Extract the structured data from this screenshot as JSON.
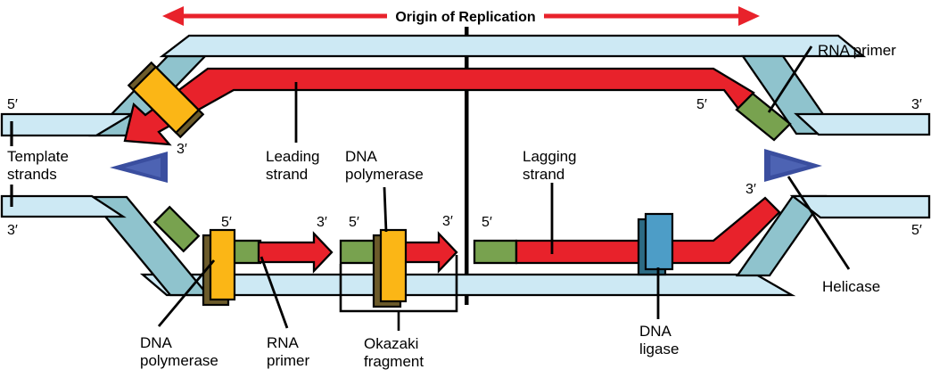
{
  "diagram": {
    "title": "Origin of Replication",
    "kind": "DNA replication fork diagram"
  },
  "labels": {
    "template_strands": {
      "line1": "Template",
      "line2": "strands"
    },
    "leading_strand": {
      "line1": "Leading",
      "line2": "strand"
    },
    "dna_polymerase_top": {
      "line1": "DNA",
      "line2": "polymerase"
    },
    "lagging_strand": {
      "line1": "Lagging",
      "line2": "strand"
    },
    "rna_primer_top": "RNA primer",
    "helicase": "Helicase",
    "dna_polymerase_bottom": {
      "line1": "DNA",
      "line2": "polymerase"
    },
    "rna_primer_bottom": {
      "line1": "RNA",
      "line2": "primer"
    },
    "okazaki_fragment": {
      "line1": "Okazaki",
      "line2": "fragment"
    },
    "dna_ligase": {
      "line1": "DNA",
      "line2": "ligase"
    }
  },
  "strand_ends": {
    "template_top_left": "5′",
    "template_bottom_left": "3′",
    "template_top_right": "3′",
    "template_bottom_right": "5′",
    "leading_3_end": "3′",
    "leading_5_end": "5′",
    "lagging_fork_3_end": "3′",
    "fragment_a_5": "5′",
    "fragment_a_3": "3′",
    "fragment_b_5": "5′",
    "fragment_b_3": "3′",
    "fragment_c_5": "5′"
  },
  "colors": {
    "template_strand_light": "#cde9f4",
    "template_strand_fold": "#8fc3cd",
    "new_strand_red": "#e8222b",
    "rna_primer_green": "#78a24f",
    "dna_polymerase_yellow": "#fbb616",
    "polymerase_shadow_brown": "#6c5b2b",
    "helicase_blue": "#3a4e9f",
    "dna_ligase_blue": "#4d9dc7",
    "outline_black": "#000000"
  }
}
